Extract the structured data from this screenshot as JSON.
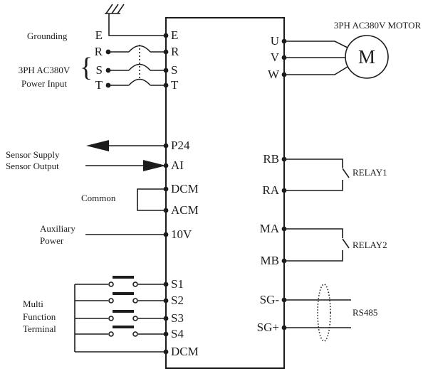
{
  "colors": {
    "background": "#ffffff",
    "line": "#1c1c1c",
    "text": "#1c1c1c"
  },
  "annotations": {
    "grounding": "Grounding",
    "power_input": [
      "3PH AC380V",
      "Power Input"
    ],
    "brace": "{",
    "sensor_supply": "Sensor Supply",
    "sensor_output": "Sensor Output",
    "common": "Common",
    "auxiliary_power": [
      "Auxiliary",
      "Power"
    ],
    "multi_function": [
      "Multi",
      "Function",
      "Terminal"
    ],
    "motor_title": "3PH AC380V MOTOR",
    "motor_symbol": "M",
    "relay1": "RELAY1",
    "relay2": "RELAY2",
    "rs485": "RS485"
  },
  "terminals": {
    "left_outside": [
      "E",
      "R",
      "S",
      "T"
    ],
    "left_inside": [
      "E",
      "R",
      "S",
      "T",
      "P24",
      "AI",
      "DCM",
      "ACM",
      "10V",
      "S1",
      "S2",
      "S3",
      "S4",
      "DCM"
    ],
    "right_inside": [
      "U",
      "V",
      "W",
      "RB",
      "RA",
      "MA",
      "MB",
      "SG-",
      "SG+"
    ]
  }
}
